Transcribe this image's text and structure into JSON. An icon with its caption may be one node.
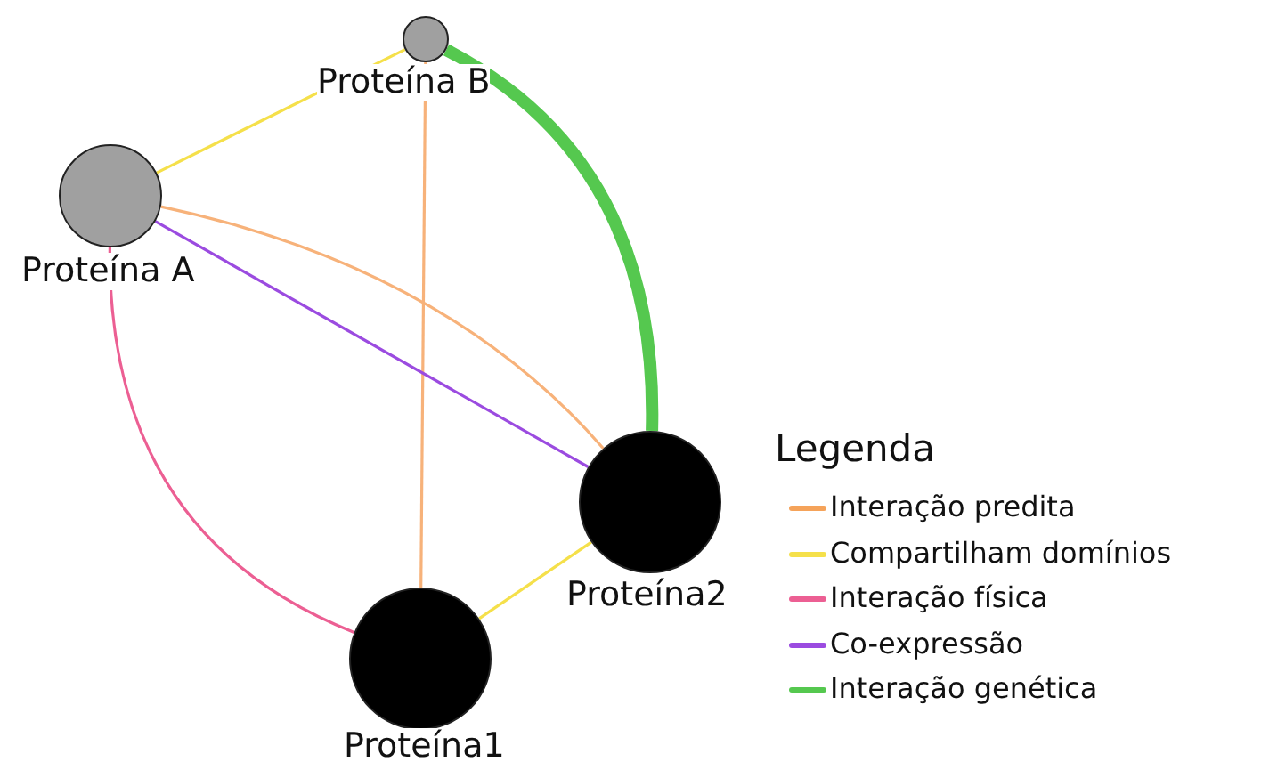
{
  "diagram": {
    "nodes": [
      {
        "text": [],
        "shape": "circle",
        "beside": [
          "Proteína B"
        ]
      },
      {
        "text": [],
        "shape": "circle",
        "beside": [
          "Proteína A"
        ]
      },
      {
        "text": [],
        "shape": "circle",
        "beside": [
          "Proteína2"
        ]
      },
      {
        "text": [],
        "shape": "circle",
        "beside": [
          "Proteína1"
        ]
      }
    ],
    "edges": [
      {
        "from": 1,
        "to": 0,
        "arrow": "none",
        "color": "#f5e04a"
      },
      {
        "from": 0,
        "to": 2,
        "arrow": "none",
        "style": "thick",
        "color": "#55c84f"
      },
      {
        "from": 0,
        "to": 3,
        "arrow": "none",
        "color": "#f7b27a"
      },
      {
        "from": 1,
        "to": 2,
        "arrow": "none",
        "color": "#f7b27a"
      },
      {
        "from": 1,
        "to": 2,
        "arrow": "none",
        "color": "#9b4be0"
      },
      {
        "from": 1,
        "to": 3,
        "arrow": "none",
        "color": "#ec5f93"
      },
      {
        "from": 3,
        "to": 2,
        "arrow": "none",
        "color": "#f5e04a"
      }
    ],
    "labels": [
      "Legenda"
    ],
    "legend": [
      {
        "text": "Interação predita",
        "color": "#f5a35a"
      },
      {
        "text": "Compartilham domínios",
        "color": "#f5e04a"
      },
      {
        "text": "Interação física",
        "color": "#ec5f93"
      },
      {
        "text": "Co-expressão",
        "color": "#9b4be0"
      },
      {
        "text": "Interação genética",
        "color": "#55c84f"
      }
    ]
  }
}
